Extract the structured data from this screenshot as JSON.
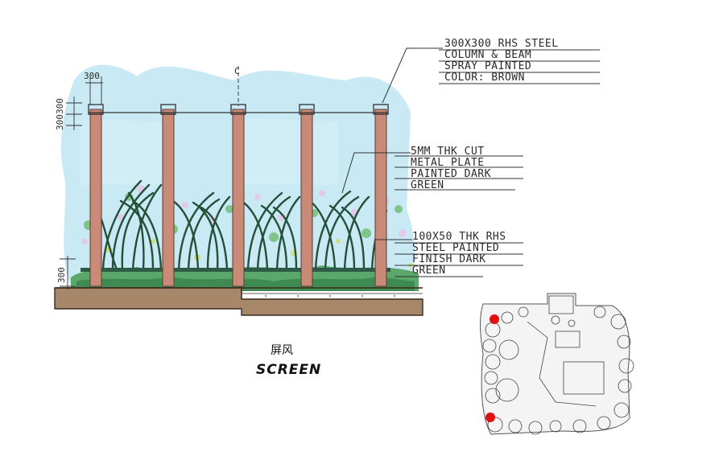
{
  "annotations": {
    "column": [
      "300X300 RHS STEEL",
      "COLUMN & BEAM",
      "SPRAY PAINTED",
      "COLOR: BROWN"
    ],
    "plate": [
      "5MM THK CUT",
      "METAL PLATE",
      "PAINTED DARK",
      "GREEN"
    ],
    "rail": [
      "100X50 THK RHS",
      "STEEL PAINTED",
      "FINISH DARK",
      "GREEN"
    ]
  },
  "dimensions": {
    "top_width": "300",
    "beam_height_a": "300",
    "beam_height_b": "300",
    "base_height": "300",
    "centerline": "C"
  },
  "title": {
    "chinese": "屏风",
    "english": "SCREEN"
  },
  "colors": {
    "column": "#c98a78",
    "sky": "#bfe6f2",
    "foliage": "#5aa86a",
    "screen_blades": "#24503a",
    "ground": "#a6876a",
    "marker": "#e01010"
  },
  "key_plan": {
    "markers": 2
  }
}
